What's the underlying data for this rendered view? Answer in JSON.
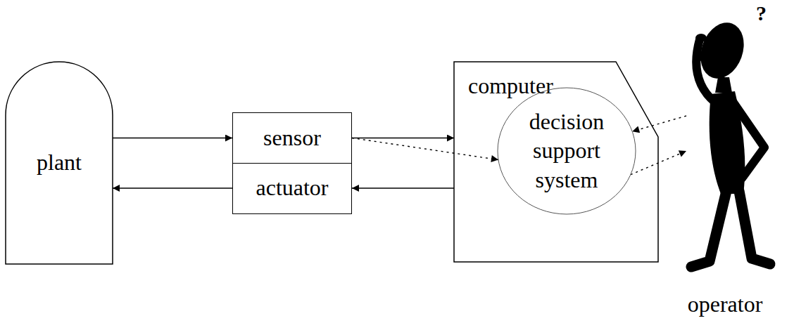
{
  "diagram": {
    "nodes": [
      {
        "text": [
          "plant"
        ]
      },
      {
        "text": [
          "sensor"
        ]
      },
      {
        "text": [
          "actuator"
        ]
      },
      {
        "text": [
          "computer"
        ]
      },
      {
        "text": [
          "decision support system"
        ],
        "in": 3
      },
      {
        "text": [
          "operator"
        ]
      }
    ],
    "edges": [
      {
        "from": 0,
        "to": 1,
        "arrow": "to"
      },
      {
        "from": 1,
        "to": 3,
        "arrow": "to"
      },
      {
        "from": 3,
        "to": 2,
        "arrow": "to"
      },
      {
        "from": 2,
        "to": 0,
        "arrow": "to"
      },
      {
        "from": 1,
        "to": 4,
        "arrow": "to"
      },
      {
        "from": 5,
        "to": 4,
        "arrow": "to"
      },
      {
        "from": 4,
        "to": 5,
        "arrow": "to"
      }
    ],
    "labels": [
      "?"
    ]
  }
}
